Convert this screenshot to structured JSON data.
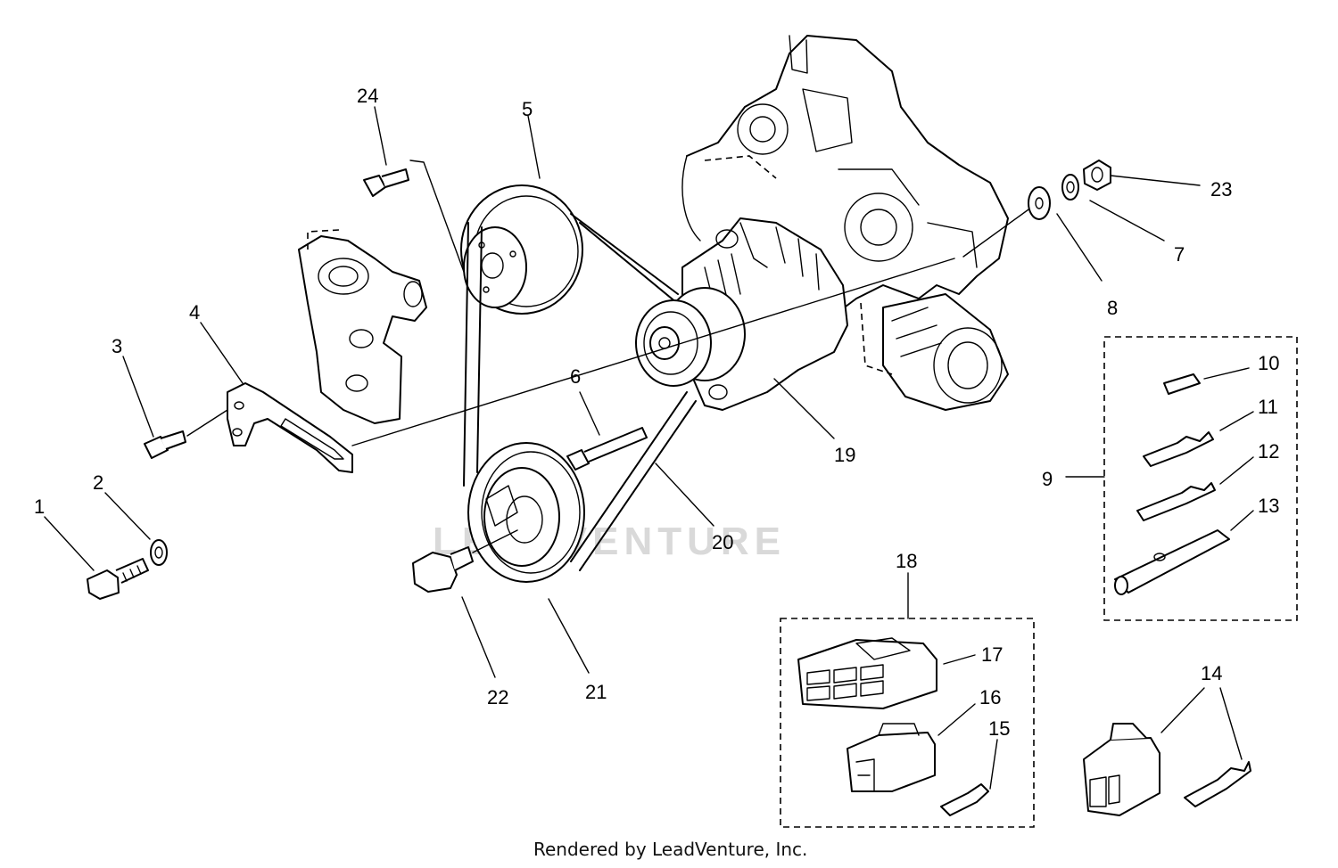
{
  "diagram": {
    "labels": {
      "l1": "1",
      "l2": "2",
      "l3": "3",
      "l4": "4",
      "l5": "5",
      "l6": "6",
      "l7": "7",
      "l8": "8",
      "l9": "9",
      "l10": "10",
      "l11": "11",
      "l12": "12",
      "l13": "13",
      "l14": "14",
      "l15": "15",
      "l16": "16",
      "l17": "17",
      "l18": "18",
      "l19": "19",
      "l20": "20",
      "l21": "21",
      "l22": "22",
      "l23": "23",
      "l24": "24"
    },
    "watermark": "LEADVENTURE",
    "footer": "Rendered by LeadVenture, Inc."
  }
}
